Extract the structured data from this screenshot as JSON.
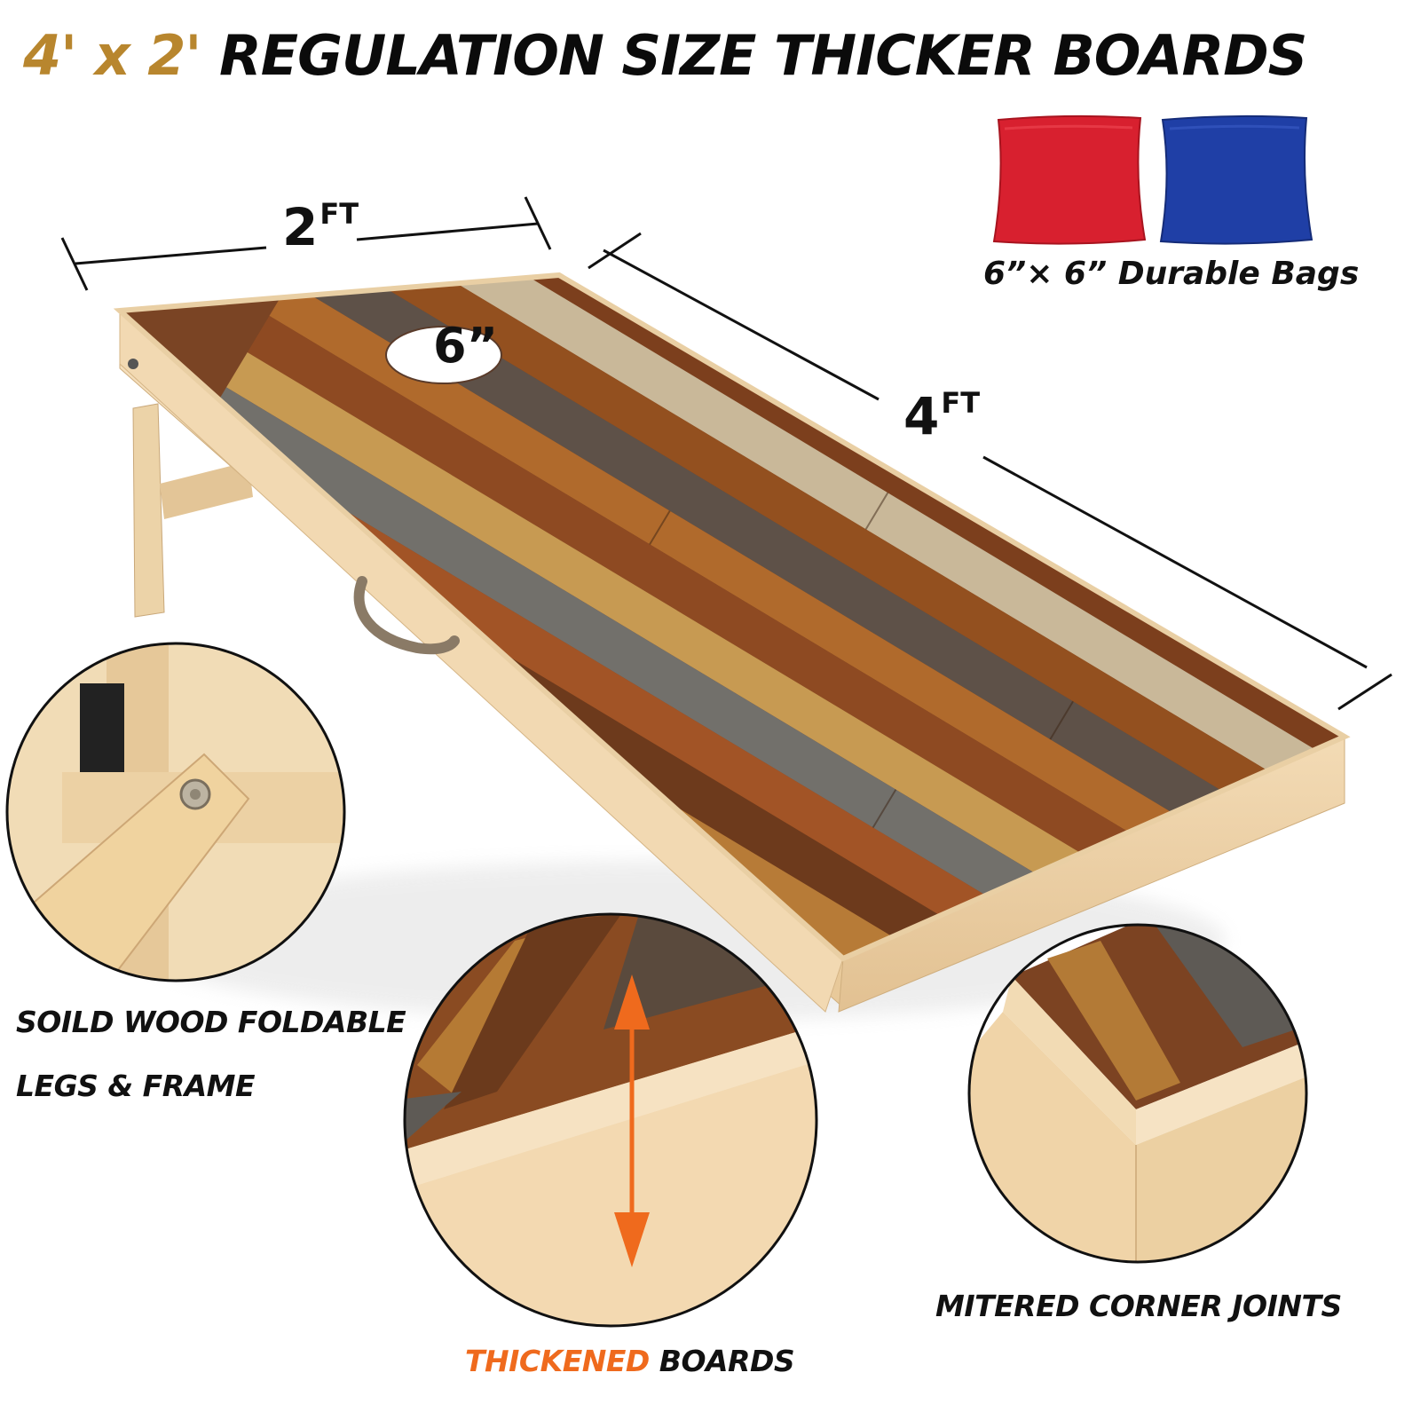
{
  "headline": {
    "size_text": "4' x 2'",
    "rest_text": "REGULATION SIZE THICKER BOARDS"
  },
  "dimensions": {
    "width_value": "2",
    "width_unit": "FT",
    "length_value": "4",
    "length_unit": "FT",
    "hole_size": "6”"
  },
  "bags": {
    "caption": "6”× 6” Durable Bags",
    "colors": [
      "#d8202f",
      "#1f3fa6"
    ]
  },
  "features": {
    "legs_line1": "SOILD WOOD FOLDABLE",
    "legs_line2": "LEGS & FRAME",
    "thick_accent": "THICKENED",
    "thick_rest": " BOARDS",
    "mitered": "MITERED CORNER JOINTS"
  },
  "colors": {
    "headline_accent": "#b8862e",
    "arrow": "#ef6a1d",
    "wood_frame": "#f0d6ad",
    "plank_dark": "#6b3a1e"
  }
}
